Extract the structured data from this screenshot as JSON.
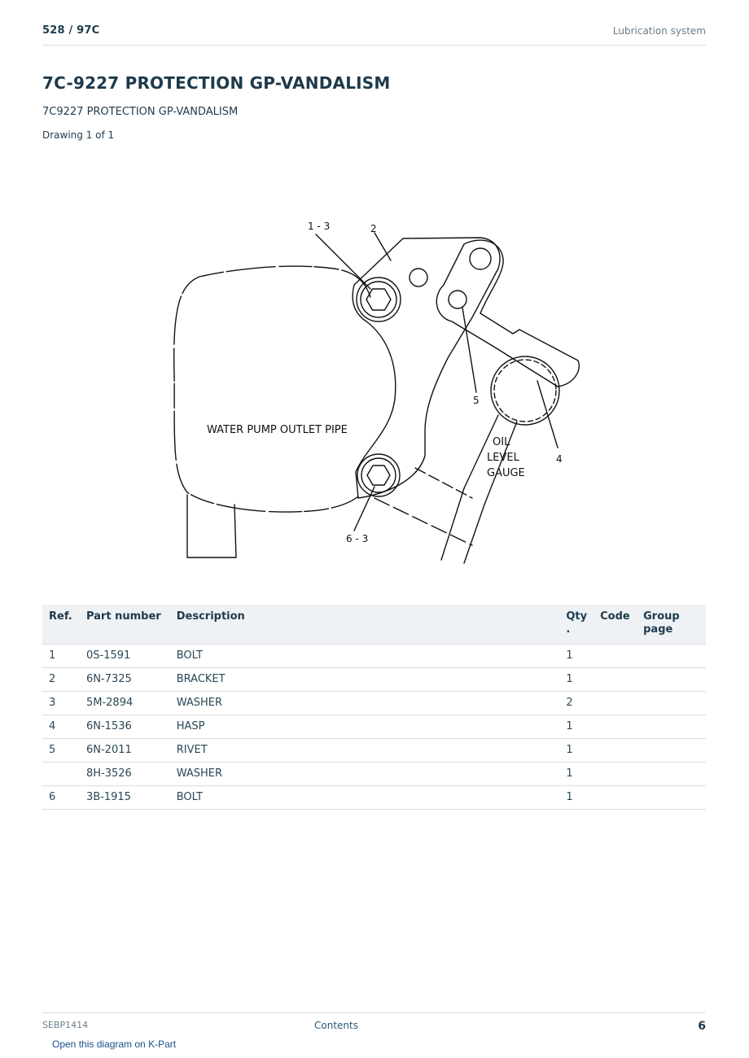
{
  "header": {
    "model": "528  /  97C",
    "section": "Lubrication system"
  },
  "title": "7C-9227 PROTECTION GP-VANDALISM",
  "subtitle": "7C9227 PROTECTION GP-VANDALISM",
  "drawing_count": "Drawing 1 of 1",
  "diagram": {
    "labels": {
      "callout_1": "1 - 3",
      "callout_2": "2",
      "callout_4": "4",
      "callout_5": "5",
      "callout_6": "6 - 3",
      "pipe": "WATER PUMP OUTLET PIPE",
      "gauge_1": "OIL",
      "gauge_2": "LEVEL",
      "gauge_3": "GAUGE"
    }
  },
  "table": {
    "headers": {
      "ref": "Ref.",
      "part_number": "Part number",
      "description": "Description",
      "qty": "Qty\n.",
      "code": "Code",
      "group_page": "Group\npage"
    },
    "rows": [
      {
        "ref": "1",
        "part_number": "0S-1591",
        "description": "BOLT",
        "qty": "1",
        "code": "",
        "group_page": ""
      },
      {
        "ref": "2",
        "part_number": "6N-7325",
        "description": "BRACKET",
        "qty": "1",
        "code": "",
        "group_page": ""
      },
      {
        "ref": "3",
        "part_number": "5M-2894",
        "description": "WASHER",
        "qty": "2",
        "code": "",
        "group_page": ""
      },
      {
        "ref": "4",
        "part_number": "6N-1536",
        "description": "HASP",
        "qty": "1",
        "code": "",
        "group_page": ""
      },
      {
        "ref": "5",
        "part_number": "6N-2011",
        "description": "RIVET",
        "qty": "1",
        "code": "",
        "group_page": ""
      },
      {
        "ref": "",
        "part_number": "8H-3526",
        "description": "WASHER",
        "qty": "1",
        "code": "",
        "group_page": ""
      },
      {
        "ref": "6",
        "part_number": "3B-1915",
        "description": "BOLT",
        "qty": "1",
        "code": "",
        "group_page": ""
      }
    ]
  },
  "footer": {
    "doc_id": "SEBP1414",
    "contents_link": "Contents",
    "page_number": "6",
    "kpart_link": "Open this diagram on K-Part"
  }
}
